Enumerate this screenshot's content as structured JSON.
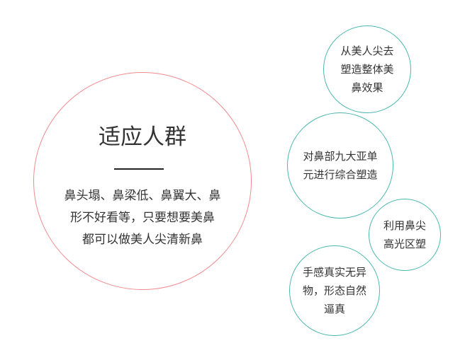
{
  "main": {
    "title": "适应人群",
    "lines": [
      "鼻头塌、鼻梁低、鼻翼大、鼻",
      "形不好看等，只要想要美鼻",
      "都可以做美人尖清新鼻"
    ]
  },
  "features": [
    {
      "lines": [
        "从美人尖去",
        "塑造整体美",
        "鼻效果"
      ]
    },
    {
      "lines": [
        "对鼻部九大亚单",
        "元进行综合塑造"
      ]
    },
    {
      "lines": [
        "利用鼻尖",
        "高光区塑"
      ]
    },
    {
      "lines": [
        "手感真实无异",
        "物，形态自然",
        "逼真"
      ]
    }
  ],
  "colors": {
    "main_circle": "#f08a8f",
    "feature_circle": "#4cb8b0",
    "divider": "#222222",
    "text": "#333333"
  }
}
